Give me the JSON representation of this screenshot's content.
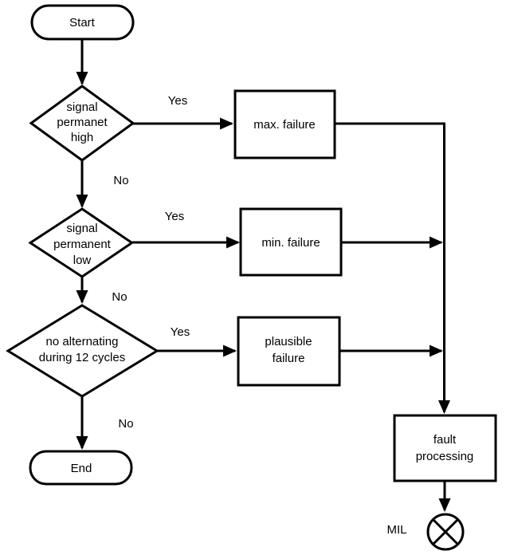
{
  "diagram": {
    "background": "#ffffff",
    "stroke_color": "#000000",
    "text_color": "#000000"
  },
  "nodes": {
    "start": {
      "label": "Start",
      "shape": "terminator"
    },
    "decision_signal_high": {
      "shape": "decision",
      "lines": [
        "signal",
        "permanet",
        "high"
      ]
    },
    "process_max_failure": {
      "shape": "process",
      "label": "max. failure"
    },
    "decision_signal_low": {
      "shape": "decision",
      "lines": [
        "signal",
        "permanent",
        "low"
      ]
    },
    "process_min_failure": {
      "shape": "process",
      "label": "min. failure"
    },
    "decision_no_alternating": {
      "shape": "decision",
      "lines": [
        "no alternating",
        "during 12 cycles"
      ]
    },
    "process_plausible_failure": {
      "shape": "process",
      "lines": [
        "plausible",
        "failure"
      ]
    },
    "end": {
      "label": "End",
      "shape": "terminator"
    },
    "process_fault_processing": {
      "shape": "process",
      "lines": [
        "fault",
        "processing"
      ]
    },
    "mil_indicator": {
      "label": "MIL",
      "shape": "lamp-symbol"
    }
  },
  "edge_labels": {
    "high_yes": "Yes",
    "high_no": "No",
    "low_yes": "Yes",
    "low_no": "No",
    "alternating_yes": "Yes",
    "alternating_no": "No"
  }
}
